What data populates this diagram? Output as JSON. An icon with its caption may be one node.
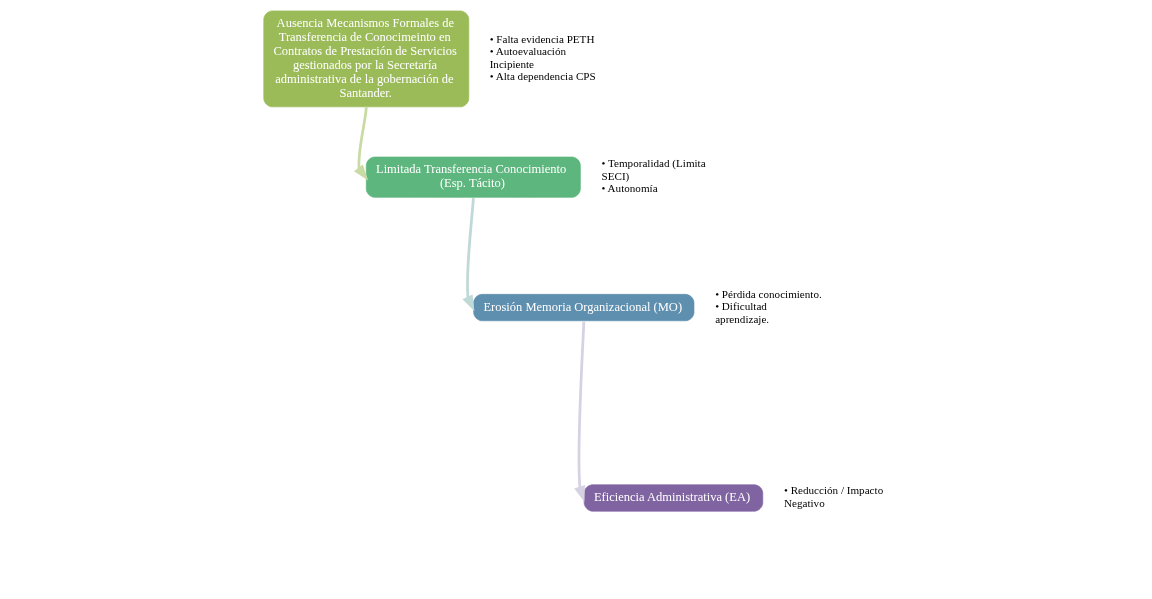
{
  "diagram": {
    "nodes": [
      {
        "text": [
          "Ausencia Mecanismos Formales de Transferencia de Conocimeinto en Contratos de Prestación de Servicios gestionados por la Secretaría administrativa de la gobernación de Santander."
        ],
        "beside": [
          "• Falta evidencia PETH",
          "• Autoevaluación Incipiente",
          "• Alta dependencia CPS"
        ]
      },
      {
        "text": [
          "Limitada Transferencia Conocimiento (Esp. Tácito)"
        ],
        "beside": [
          "• Temporalidad (Limita SECI)",
          "• Autonomía"
        ]
      },
      {
        "text": [
          "Erosión Memoria Organizacional (MO)"
        ],
        "beside": [
          "• Pérdida conocimiento.",
          "• Dificultad aprendizaje."
        ]
      },
      {
        "text": [
          "Eficiencia Administrativa (EA)"
        ],
        "beside": [
          "• Reducción / Impacto Negativo"
        ]
      }
    ],
    "edges": [
      {
        "from": 0,
        "to": 1,
        "arrow": "to",
        "color": "#c9dba5"
      },
      {
        "from": 1,
        "to": 2,
        "arrow": "to",
        "color": "#bfd9d6"
      },
      {
        "from": 2,
        "to": 3,
        "arrow": "to",
        "color": "#d6d2e3"
      }
    ]
  }
}
